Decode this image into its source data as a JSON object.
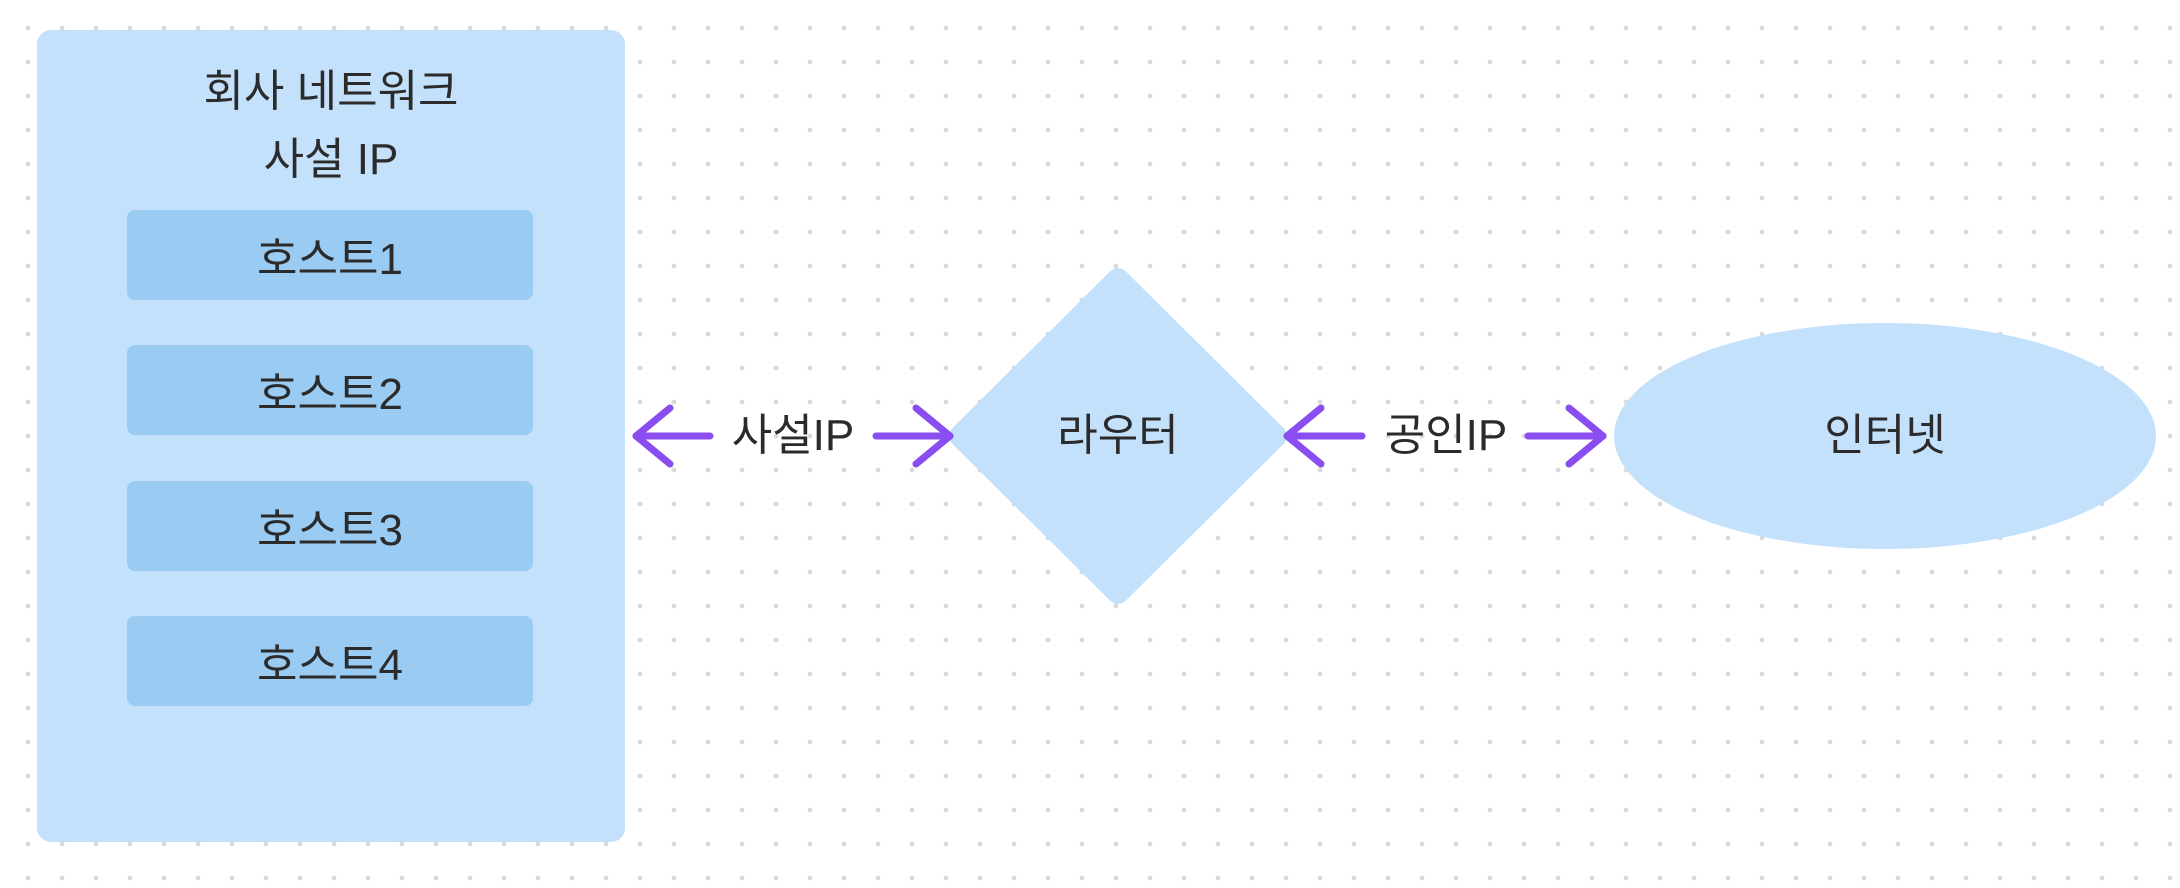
{
  "network_panel": {
    "title": "회사 네트워크",
    "subtitle": "사설 IP",
    "hosts": [
      "호스트1",
      "호스트2",
      "호스트3",
      "호스트4"
    ]
  },
  "links": {
    "private_label": "사설IP",
    "public_label": "공인IP"
  },
  "router": {
    "label": "라우터"
  },
  "internet": {
    "label": "인터넷"
  },
  "colors": {
    "panel_bg": "#c4e1fb",
    "host_bg": "#9acbf2",
    "node_bg": "#c4e1fb",
    "arrow": "#8a4df0",
    "text": "#2b2b2b"
  }
}
